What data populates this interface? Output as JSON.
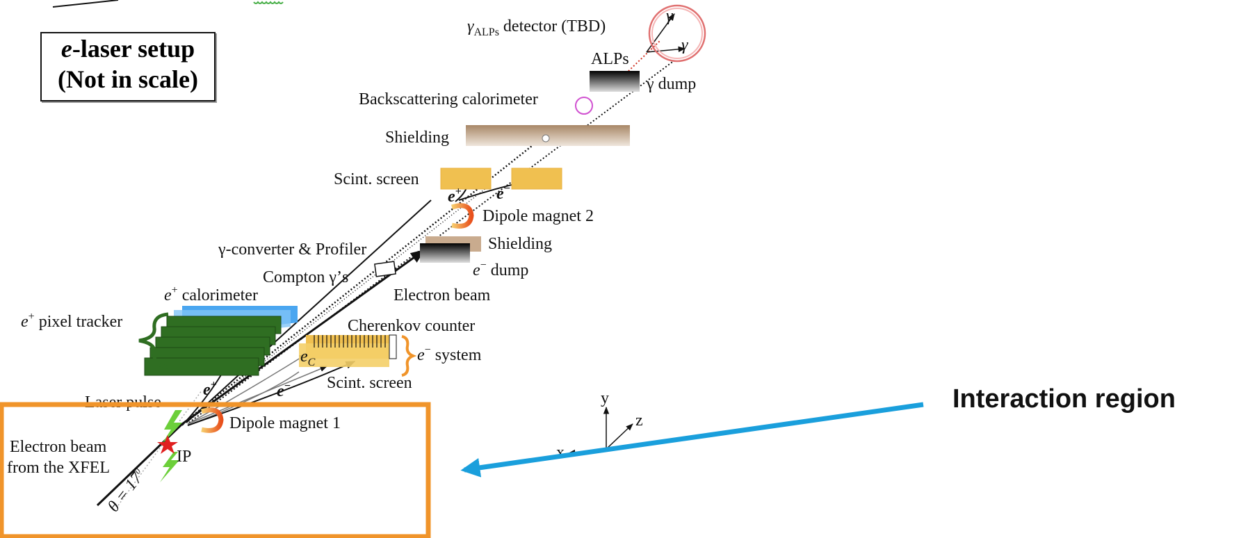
{
  "title_box": {
    "line1_italic": "e",
    "line1_rest": "-laser setup",
    "line2": "(Not in scale)"
  },
  "labels": {
    "gamma_alps_symbol": "γ",
    "gamma_alps_sub": "ALPs",
    "gamma_alps_rest": " detector (TBD)",
    "gamma_1": "γ",
    "gamma_2": "γ",
    "alps": "ALPs",
    "gamma_dump": "γ dump",
    "backscattering": "Backscattering calorimeter",
    "shielding_top": "Shielding",
    "scint_screen_top": "Scint. screen",
    "e_plus_top": "e",
    "e_minus_top": "e",
    "dipole2": "Dipole magnet 2",
    "shielding_mid": "Shielding",
    "converter": "γ-converter & Profiler",
    "compton": "Compton γ’s",
    "e_dump": "dump",
    "e_dump_symbol": "e",
    "electron_beam": "Electron beam",
    "e_calorimeter": "calorimeter",
    "e_calorimeter_symbol": "e",
    "pixel_tracker": "pixel tracker",
    "pixel_tracker_symbol": "e",
    "cherenkov": "Cherenkov counter",
    "e_system": "system",
    "e_system_symbol": "e",
    "e_c": "e",
    "e_c_sub": "C",
    "e_plus_low": "e",
    "e_minus_low": "e",
    "scint_screen_low": "Scint. screen",
    "laser_pulse": "Laser pulse",
    "dipole1": "Dipole magnet 1",
    "electron_beam_from_1": "Electron beam",
    "electron_beam_from_2": "from the XFEL",
    "ip": "IP",
    "theta": "θ = 17",
    "theta_sup": "0",
    "axis_x": "x",
    "axis_y": "y",
    "axis_z": "z",
    "plus": "+",
    "minus": "−"
  },
  "callout": {
    "text": "Interaction region"
  },
  "colors": {
    "orange_box": "#f0942a",
    "blue_arrow": "#1a9fdc",
    "gold_screen": "#f0c050",
    "shield_brown": "#b89a78",
    "tracker_green": "#2f6e22",
    "calorimeter_blue": "#4aa6f0",
    "magnet_orange": "#e8601c",
    "laser_green": "#6ccf3a",
    "ip_star": "#e02020",
    "alps_ring": "#e07070",
    "backscatter_ring": "#d050d0"
  }
}
